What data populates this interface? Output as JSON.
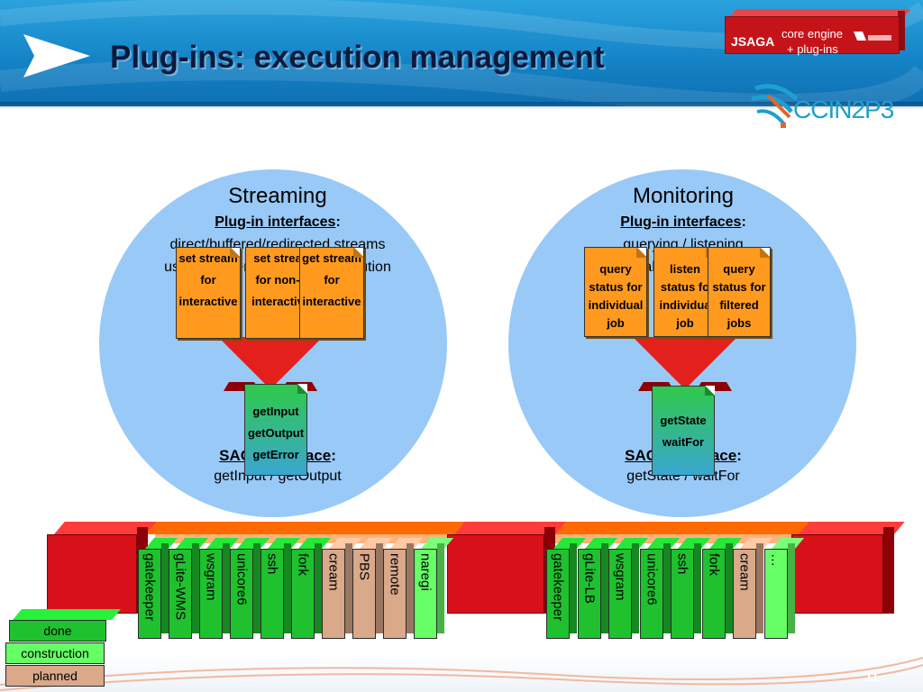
{
  "slide": {
    "title": "Plug-ins: execution management",
    "page_number": "11"
  },
  "badge": {
    "jsaga": "JSAGA",
    "sub1": "core engine",
    "sub2": "+ plug-ins"
  },
  "logo": {
    "text": "CCIN2P3"
  },
  "streaming": {
    "title": "Streaming",
    "plugin_label": "Plug-in interfaces",
    "plugin_colon": ":",
    "desc1": "direct/buffered/redirected streams",
    "desc2": "used for interactive/batch execution",
    "saga_label": "SAGA interface",
    "saga_colon": ":",
    "saga_methods": "getInput / getOutput",
    "cards": [
      [
        "set stream",
        "for",
        "interactive"
      ],
      [
        "set strea",
        "for non-",
        "interactiv"
      ],
      [
        "get stream",
        "for",
        "interactive"
      ]
    ],
    "methods": [
      "getInput",
      "getOutput",
      "getError"
    ]
  },
  "monitoring": {
    "title": "Monitoring",
    "plugin_label": "Plug-in interfaces",
    "plugin_colon": ":",
    "desc1": "querying / listening",
    "desc2": "individual jobs / filtered jobs",
    "saga_label": "SAGA interface",
    "saga_colon": ":",
    "saga_methods": "getState / waitFor",
    "cards": [
      [
        "query",
        "status for",
        "individual",
        "job"
      ],
      [
        "listen",
        "status fo",
        "individua",
        "job"
      ],
      [
        "query",
        "status for",
        "filtered",
        "jobs"
      ]
    ],
    "methods": [
      "getState",
      "waitFor"
    ]
  },
  "plugins_left": [
    {
      "name": "gatekeeper",
      "status": "done"
    },
    {
      "name": "gLite-WMS",
      "status": "done"
    },
    {
      "name": "wsgram",
      "status": "done"
    },
    {
      "name": "unicore6",
      "status": "done"
    },
    {
      "name": "ssh",
      "status": "done"
    },
    {
      "name": "fork",
      "status": "done"
    },
    {
      "name": "cream",
      "status": "planned"
    },
    {
      "name": "PBS",
      "status": "planned"
    },
    {
      "name": "remote",
      "status": "planned"
    },
    {
      "name": "naregi",
      "status": "construction"
    }
  ],
  "plugins_right": [
    {
      "name": "gatekeeper",
      "status": "done"
    },
    {
      "name": "gLite-LB",
      "status": "done"
    },
    {
      "name": "wsgram",
      "status": "done"
    },
    {
      "name": "unicore6",
      "status": "done"
    },
    {
      "name": "ssh",
      "status": "done"
    },
    {
      "name": "fork",
      "status": "done"
    },
    {
      "name": "cream",
      "status": "planned"
    },
    {
      "name": "…",
      "status": "construction"
    }
  ],
  "legend": {
    "done": "done",
    "construction": "construction",
    "planned": "planned"
  },
  "colors": {
    "done": "#1fc12f",
    "construction": "#66ff66",
    "planned": "#d9a98a",
    "header": "#1584c7",
    "bubble": "#99c9f6",
    "card": "#ff9a1e",
    "block": "#d8101a"
  }
}
